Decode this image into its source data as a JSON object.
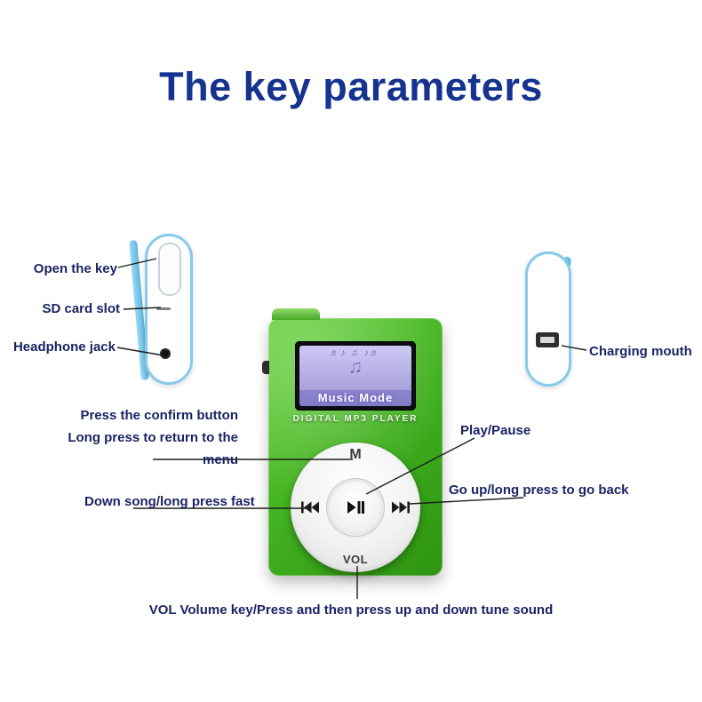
{
  "title": "The key parameters",
  "left_panel": {
    "open_key": "Open the key",
    "sd_slot": "SD card slot",
    "headphone": "Headphone jack"
  },
  "right_panel": {
    "charging": "Charging mouth"
  },
  "player": {
    "screen_icons": "♬♪ ♫ ♪♬",
    "big_note": "♫",
    "screen_mode": "Music Mode",
    "brand": "DIGITAL MP3 PLAYER",
    "menu_button": "M",
    "vol_button": "VOL"
  },
  "callouts": {
    "confirm_line1": "Press the confirm button",
    "confirm_line2": "Long press to return to the menu",
    "play_pause": "Play/Pause",
    "down_song": "Down song/long press fast",
    "go_up": "Go up/long press to go back",
    "vol": "VOL Volume key/Press and then press up and down tune sound"
  },
  "colors": {
    "title_blue": "#15338f",
    "label_navy": "#1a2464",
    "player_green": "#3fae1e",
    "screen_lavender": "#aaa3de",
    "outline_blue": "#85cbec",
    "leader_line": "#1f1f1f"
  }
}
